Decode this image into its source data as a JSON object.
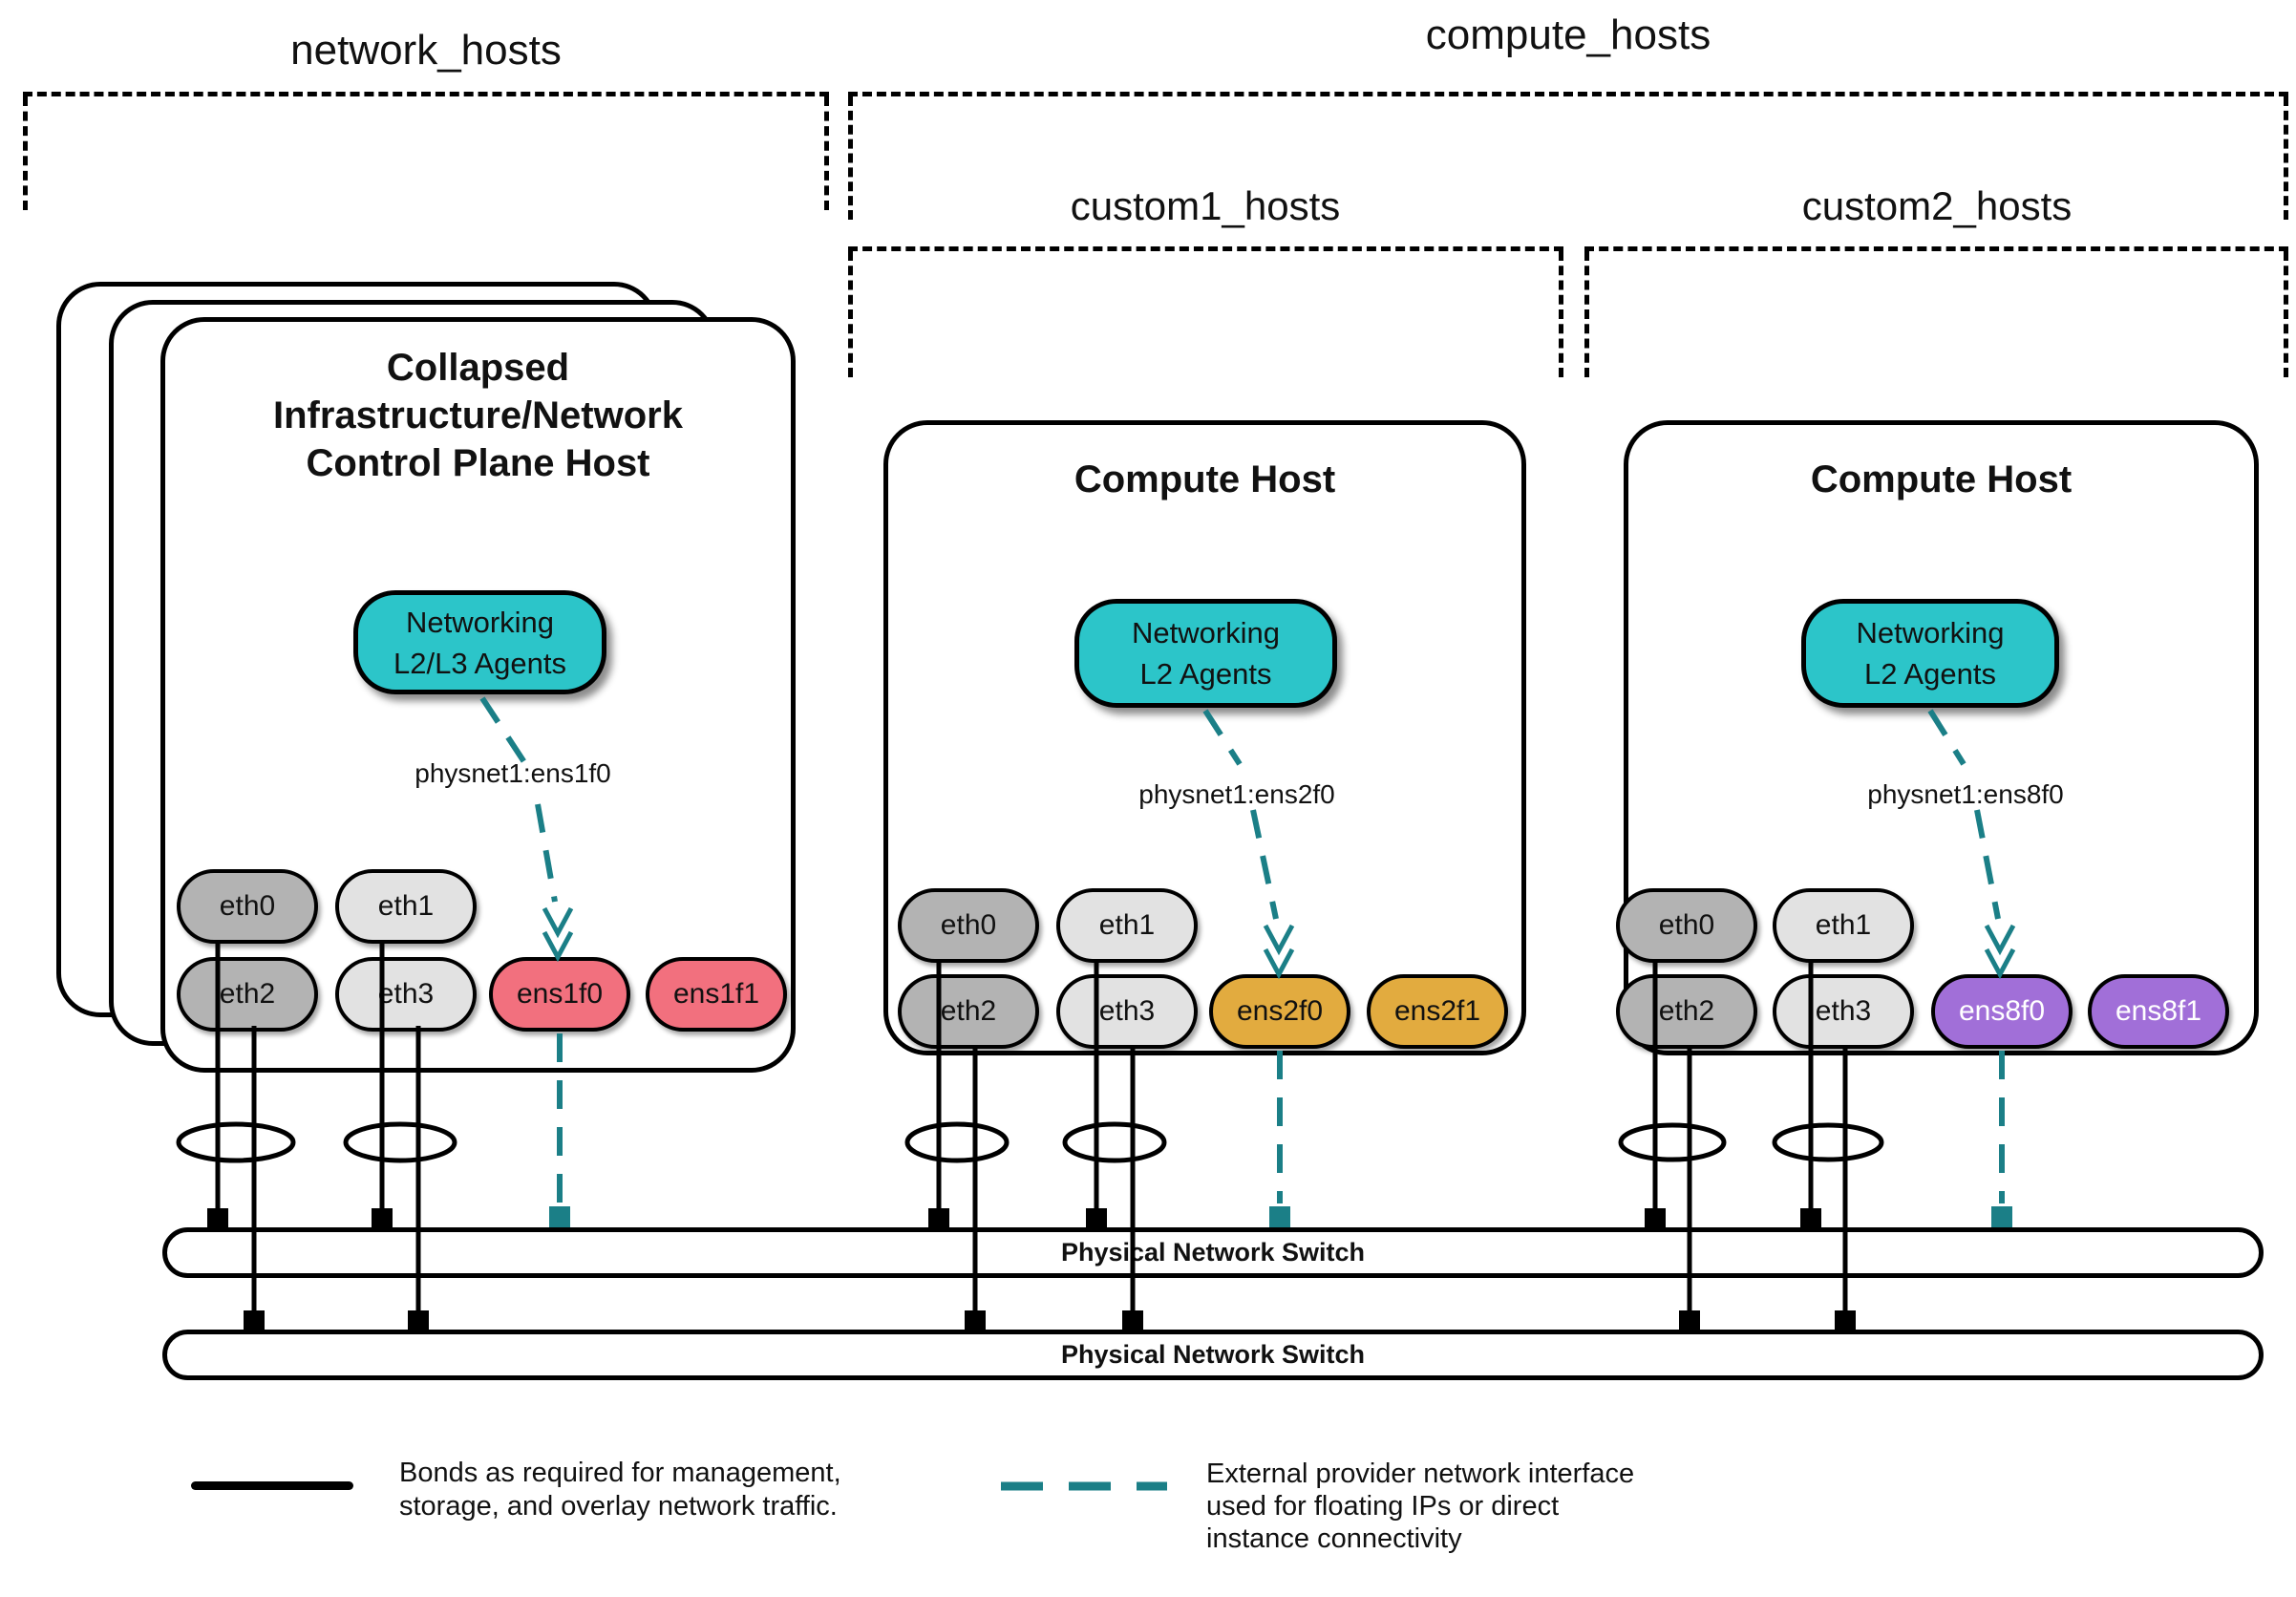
{
  "groups": {
    "network_hosts": "network_hosts",
    "compute_hosts": "compute_hosts",
    "custom1_hosts": "custom1_hosts",
    "custom2_hosts": "custom2_hosts"
  },
  "hosts": [
    {
      "title_line1": "Collapsed",
      "title_line2": "Infrastructure/Network",
      "title_line3": "Control Plane Host",
      "agent_line1": "Networking",
      "agent_line2": "L2/L3 Agents",
      "physnet_label": "physnet1:ens1f0",
      "nics": [
        "eth0",
        "eth1",
        "eth2",
        "eth3",
        "ens1f0",
        "ens1f1"
      ]
    },
    {
      "title_line1": "Compute Host",
      "agent_line1": "Networking",
      "agent_line2": "L2 Agents",
      "physnet_label": "physnet1:ens2f0",
      "nics": [
        "eth0",
        "eth1",
        "eth2",
        "eth3",
        "ens2f0",
        "ens2f1"
      ]
    },
    {
      "title_line1": "Compute Host",
      "agent_line1": "Networking",
      "agent_line2": "L2 Agents",
      "physnet_label": "physnet1:ens8f0",
      "nics": [
        "eth0",
        "eth1",
        "eth2",
        "eth3",
        "ens8f0",
        "ens8f1"
      ]
    }
  ],
  "switches": [
    {
      "label": "Physical Network Switch"
    },
    {
      "label": "Physical Network Switch"
    }
  ],
  "legend": {
    "bond_line1": "Bonds as required for management,",
    "bond_line2": "storage, and overlay network traffic.",
    "provider_line1": "External provider network interface",
    "provider_line2": "used for floating IPs or direct",
    "provider_line3": "instance connectivity"
  },
  "colors": {
    "agent_fill": "#2cc5c9",
    "provider_teal": "#1b7f87",
    "nic_gray_dark": "#b3b3b3",
    "nic_gray_light": "#e2e2e2",
    "nic_pink": "#f2707e",
    "nic_gold": "#e2ab3f",
    "nic_purple": "#a16fd8"
  }
}
